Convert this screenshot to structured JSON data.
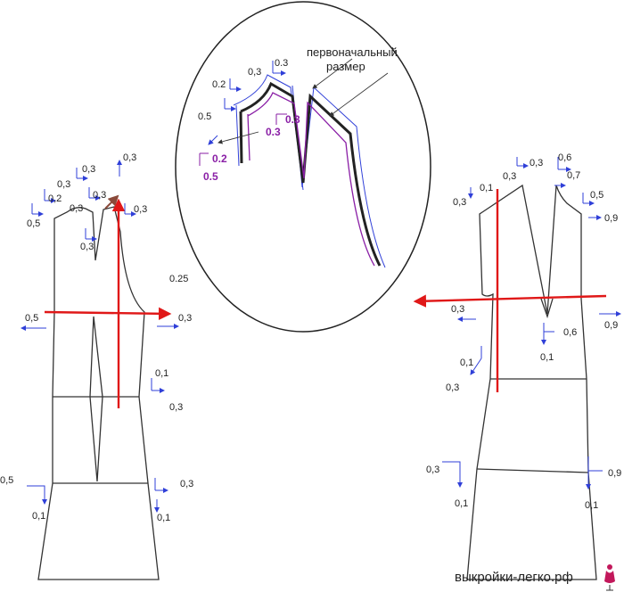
{
  "colors": {
    "pattern_line": "#333333",
    "shift_arrow": "#2f3fd8",
    "grain_line": "#e01818",
    "original_size": "#8a1fa6",
    "mid_line": "#444444"
  },
  "callout": {
    "note": [
      "первоначальный",
      "размер"
    ],
    "labels": {
      "c_03a": "0,3",
      "c_03b": "0.3",
      "c_02": "0.2",
      "c_05": "0.5",
      "c_03_purple_a": "0.3",
      "c_03_purple_b": "0.3",
      "c_02_purple": "0.2",
      "c_05_purple": "0.5"
    }
  },
  "front_piece": {
    "labels": {
      "f_03_top": "0,3",
      "f_03_a": "0,3",
      "f_03_b": "0,3",
      "f_02": "0,2",
      "f_03_c": "0,3",
      "f_05_neck": "0,5",
      "f_03_shoulder": "0,3",
      "f_03_dart": "0,3",
      "f_025": "0.25",
      "f_05_bust": "0,5",
      "f_03_bust": "0,3",
      "f_01_waist": "0,1",
      "f_03_waist": "0,3",
      "f_05_hip": "0,5",
      "f_03_hip": "0,3",
      "f_01_hem_l": "0,1",
      "f_01_hem_r": "0,1"
    }
  },
  "back_piece": {
    "labels": {
      "b_03_top": "0,3",
      "b_06": "0,6",
      "b_01_top": "0,1",
      "b_03_left": "0,3",
      "b_07": "0,7",
      "b_03_nl": "0,3",
      "b_05": "0,5",
      "b_09_top": "0,9",
      "b_03_bust": "0,3",
      "b_06_dart": "0,6",
      "b_01_dart": "0,1",
      "b_09_bust": "0,9",
      "b_01_waist": "0,1",
      "b_03_waist": "0,3",
      "b_03_hip": "0,3",
      "b_09_hip": "0,9",
      "b_01_hem_l": "0,1",
      "b_01_hem_r": "0,1"
    }
  },
  "watermark": {
    "site": "выкройки-легко.рф",
    "logo_icon": "dress-form-icon"
  }
}
